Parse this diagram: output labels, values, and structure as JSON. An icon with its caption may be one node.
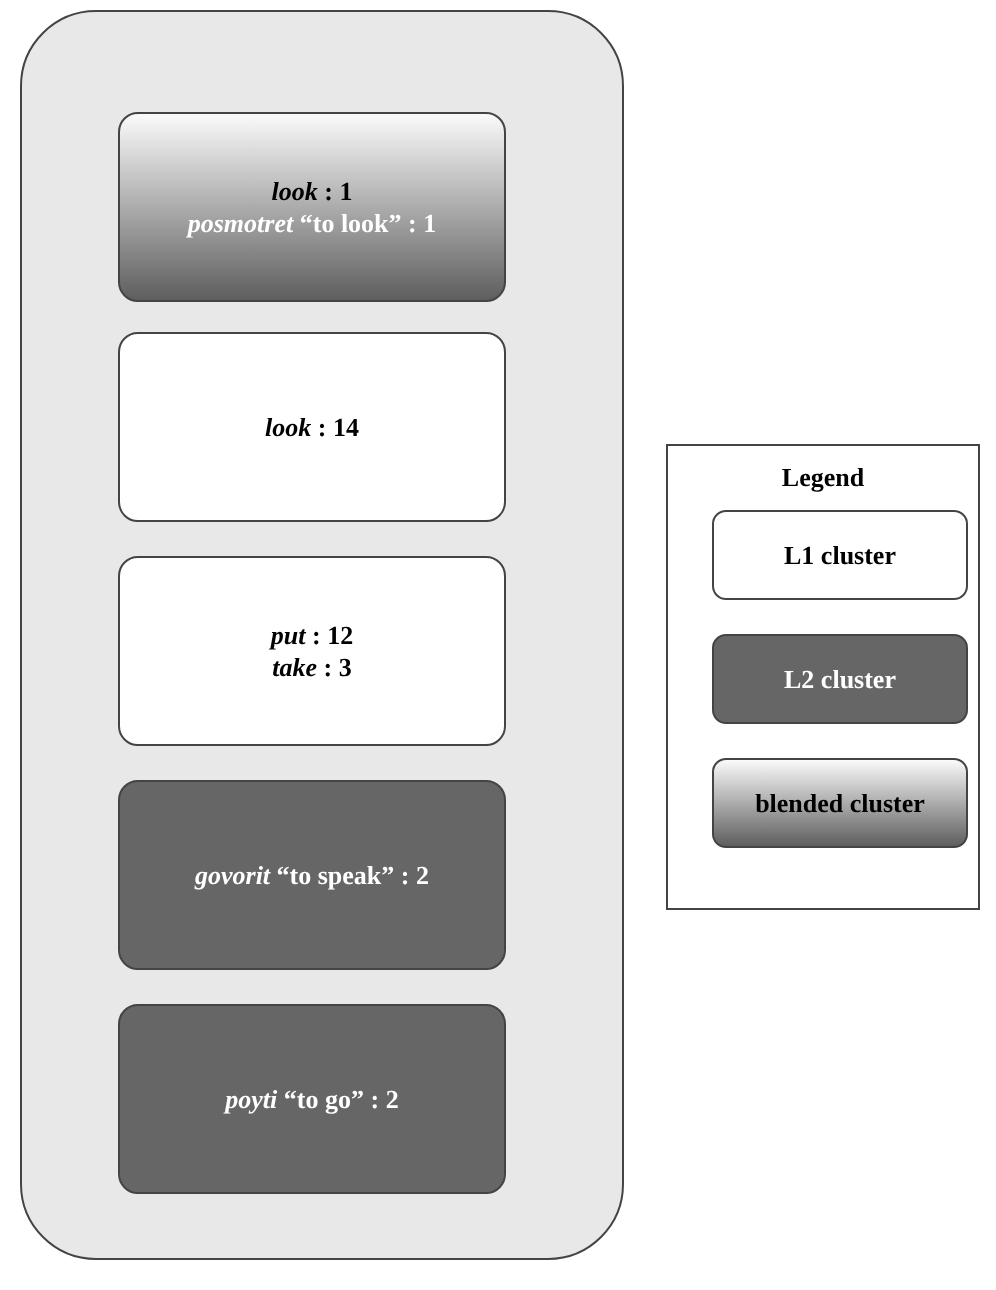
{
  "diagram": {
    "nodes": [
      {
        "text": [],
        "shape": "box"
      },
      {
        "text": [
          "*look* : 1",
          "*posmotret* “to look” : 1"
        ],
        "in": 0
      },
      {
        "text": [
          "*look* : 14"
        ],
        "in": 0
      },
      {
        "text": [
          "*put* : 12",
          "*take* : 3"
        ],
        "in": 0
      },
      {
        "text": [
          "*govorit* “to speak” : 2"
        ],
        "in": 0
      },
      {
        "text": [
          "*poyti* “to go” : 2"
        ],
        "in": 0
      }
    ],
    "labels": [
      "Legend"
    ],
    "legend": [
      {
        "text": "L1 cluster",
        "color": "#ffffff"
      },
      {
        "text": "L2 cluster",
        "color": "#666666"
      },
      {
        "text": "blended cluster"
      }
    ]
  }
}
